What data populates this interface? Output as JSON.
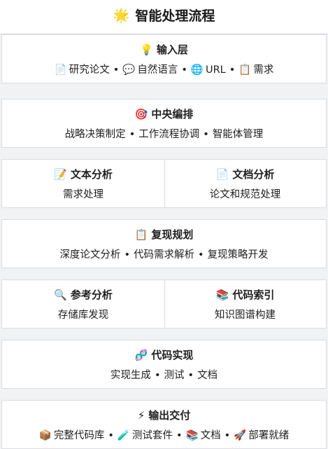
{
  "title": {
    "emoji": "🌟",
    "text": "智能处理流程"
  },
  "input_layer": {
    "emoji": "💡",
    "heading": "输入层",
    "items": [
      {
        "emoji": "📄",
        "label": "研究论文"
      },
      {
        "emoji": "💬",
        "label": "自然语言"
      },
      {
        "emoji": "🌐",
        "label": "URL"
      },
      {
        "emoji": "📋",
        "label": "需求"
      }
    ]
  },
  "central": {
    "emoji": "🎯",
    "heading": "中央编排",
    "items": [
      "战略决策制定",
      "工作流程协调",
      "智能体管理"
    ]
  },
  "text_analysis": {
    "emoji": "📝",
    "heading": "文本分析",
    "sub": "需求处理"
  },
  "doc_analysis": {
    "emoji": "📄",
    "heading": "文档分析",
    "sub": "论文和规范处理"
  },
  "reproduction": {
    "emoji": "📋",
    "heading": "复现规划",
    "items": [
      "深度论文分析",
      "代码需求解析",
      "复现策略开发"
    ]
  },
  "ref_analysis": {
    "emoji": "🔍",
    "heading": "参考分析",
    "sub": "存储库发现"
  },
  "code_index": {
    "emoji": "📚",
    "heading": "代码索引",
    "sub": "知识图谱构建"
  },
  "code_impl": {
    "emoji": "🧬",
    "heading": "代码实现",
    "items": [
      "实现生成",
      "测试",
      "文档"
    ]
  },
  "output": {
    "emoji": "⚡",
    "heading": "输出交付",
    "items": [
      {
        "emoji": "📦",
        "label": "完整代码库"
      },
      {
        "emoji": "🧪",
        "label": "测试套件"
      },
      {
        "emoji": "📚",
        "label": "文档"
      },
      {
        "emoji": "🚀",
        "label": "部署就绪"
      }
    ]
  },
  "separator": "•"
}
